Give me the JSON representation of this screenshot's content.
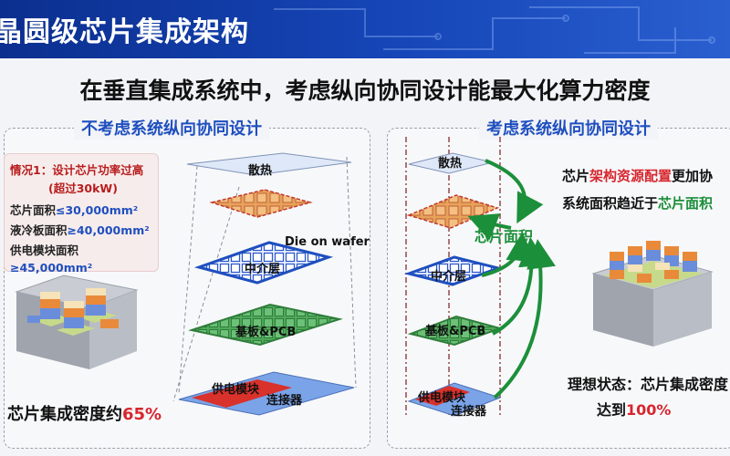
{
  "slide": {
    "title": "晶圆级芯片集成架构",
    "headline": "在垂直集成系统中，考虑纵向协同设计能最大化算力密度"
  },
  "left_panel": {
    "title": "不考虑系统纵向协同设计",
    "case": {
      "line1": "情况1：设计芯片功率过高",
      "line2": "(超过30kW)",
      "rows": [
        {
          "label": "芯片面积",
          "value": "≤30,000mm²"
        },
        {
          "label": "液冷板面积",
          "value": "≥40,000mm²"
        },
        {
          "label": "供电模块面积",
          "value": "≥45,000mm²"
        }
      ]
    },
    "layers": {
      "heat": "散热",
      "die_on_wafer": "Die on wafer",
      "interposer": "中介层",
      "substrate": "基板&PCB",
      "power": "供电模块",
      "connector": "连接器"
    },
    "density_text": "芯片集成密度约",
    "density_value": "65%"
  },
  "right_panel": {
    "title": "考虑系统纵向协同设计",
    "layers": {
      "heat": "散热",
      "interposer": "中介层",
      "substrate": "基板&PCB",
      "power": "供电模块",
      "connector": "连接器"
    },
    "chip_area_label": "芯片面积",
    "note": {
      "p1": "芯片",
      "p1_red": "架构资源配置",
      "p1_tail": "更加协",
      "p2": "系统面积趋近于",
      "p2_green": "芯片面积"
    },
    "ideal": {
      "line1": "理想状态：芯片集成密度",
      "line2_prefix": "达到",
      "line2_value": "100%"
    }
  },
  "colors": {
    "title_bg": "#1646b8",
    "accent_blue": "#1f4fbf",
    "accent_red": "#d7262e",
    "accent_green": "#1c8f3a"
  }
}
